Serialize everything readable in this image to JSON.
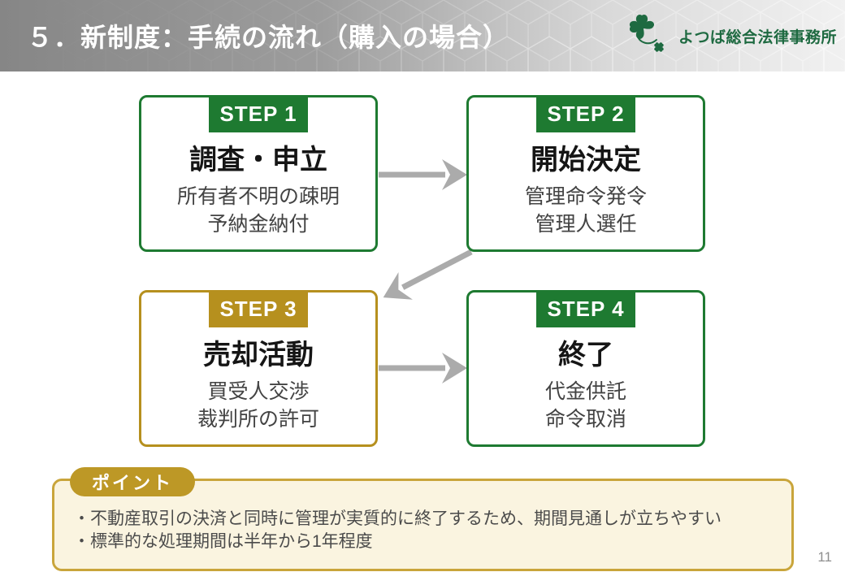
{
  "slide": {
    "header": {
      "title": "５．新制度：手続の流れ（購入の場合）",
      "bg_gradient_left": "#868686",
      "bg_gradient_right": "#f1f1f1",
      "title_color": "#ffffff"
    },
    "logo": {
      "name": "よつば総合法律事務所",
      "icon": "four-leaf-clover-icon",
      "color": "#1e6a41"
    },
    "steps": [
      {
        "badge": "STEP 1",
        "title": "調査・申立",
        "lines": [
          "所有者不明の疎明",
          "予納金納付"
        ],
        "accent": "#1e7a31"
      },
      {
        "badge": "STEP 2",
        "title": "開始決定",
        "lines": [
          "管理命令発令",
          "管理人選任"
        ],
        "accent": "#1e7a31"
      },
      {
        "badge": "STEP 3",
        "title": "売却活動",
        "lines": [
          "買受人交渉",
          "裁判所の許可"
        ],
        "accent": "#b6901e"
      },
      {
        "badge": "STEP 4",
        "title": "終了",
        "lines": [
          "代金供託",
          "命令取消"
        ],
        "accent": "#1e7a31"
      }
    ],
    "flow": {
      "arrow_color": "#ababab",
      "connections": [
        "STEP 1 → STEP 2",
        "STEP 2 → STEP 3",
        "STEP 3 → STEP 4"
      ]
    },
    "point": {
      "badge": "ポイント",
      "badge_color": "#bd9826",
      "border_color": "#c9a53b",
      "background": "#faf4e0",
      "bullets": [
        "・不動産取引の決済と同時に管理が実質的に終了するため、期間見通しが立ちやすい",
        "・標準的な処理期間は半年から1年程度"
      ]
    },
    "page_number": "11"
  }
}
